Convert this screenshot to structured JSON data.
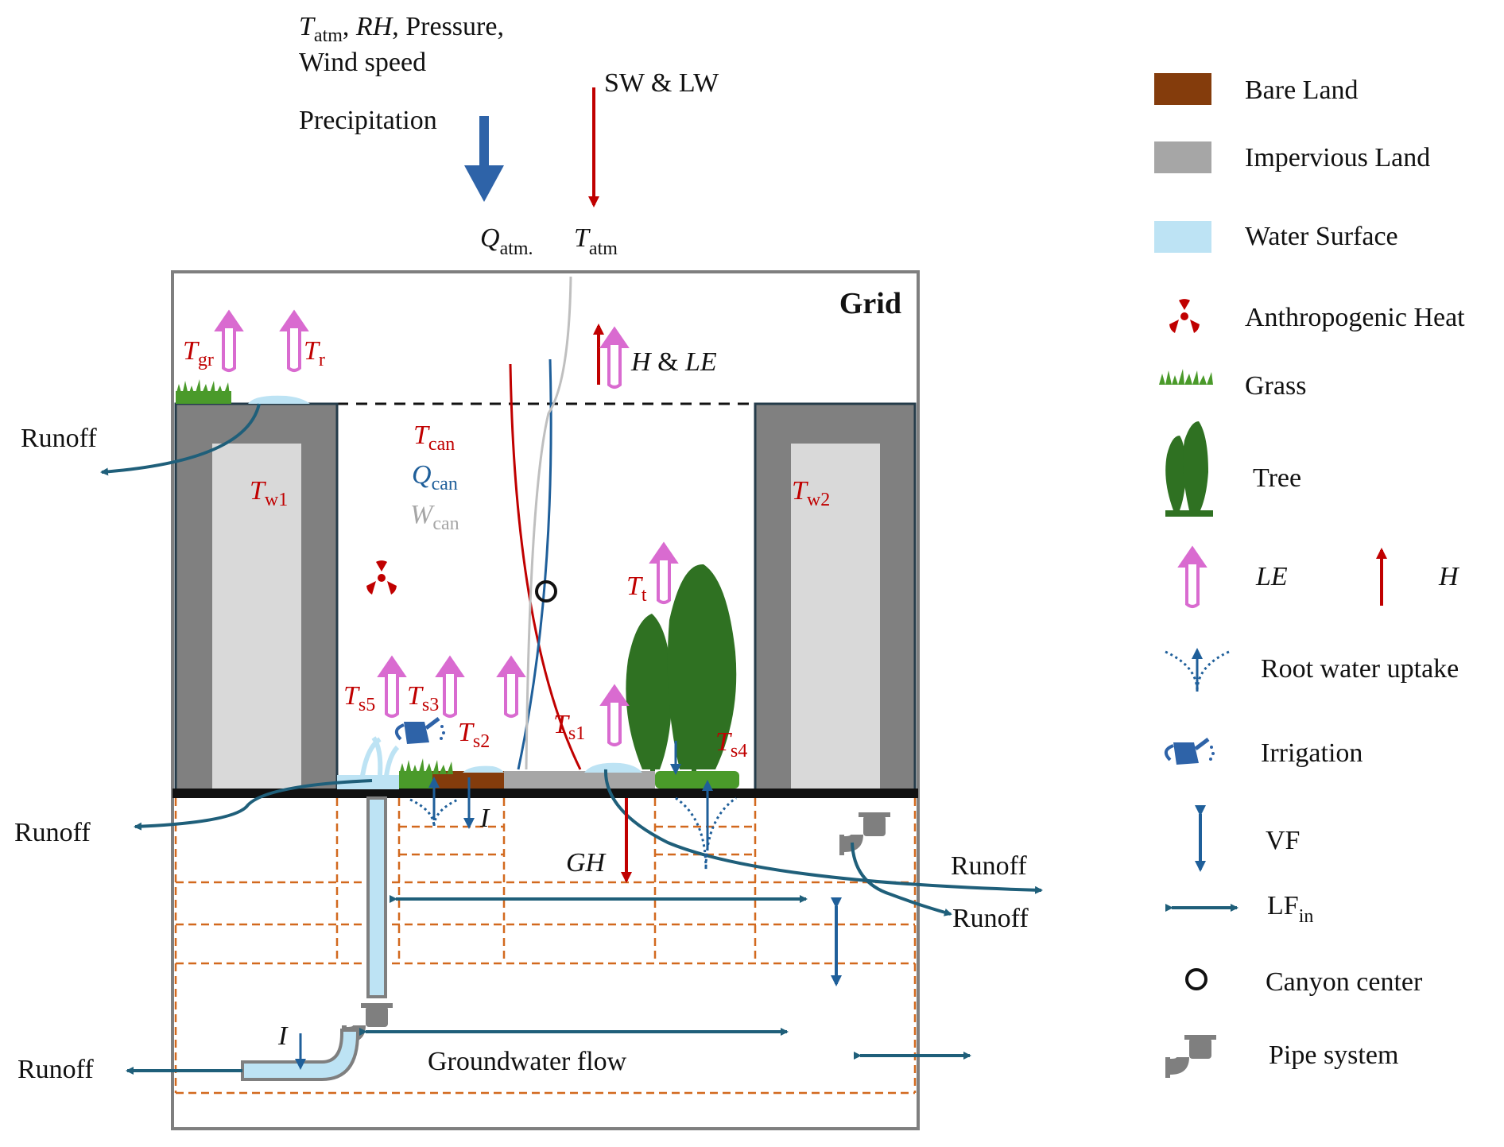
{
  "colors": {
    "bare_land": "#843c0c",
    "impervious": "#a6a6a6",
    "water": "#bde3f4",
    "grass": "#4a9a2a",
    "tree": "#2f7122",
    "le_arrow": "#d96bd0",
    "h_arrow": "#c00000",
    "flow": "#1f5f7a",
    "precip": "#2e63a8",
    "wall": "#808080",
    "wall_inner": "#d9d9d9",
    "soil_grid": "#d2691e",
    "pipe": "#7f7f7f"
  },
  "top_forcing": {
    "t_sym": "T",
    "t_sub": "atm",
    "rh": "RH",
    "rest_line1": ", Pressure,",
    "line2": "Wind speed",
    "precip": "Precipitation",
    "sw_lw": "SW & LW",
    "q_sym": "Q",
    "q_sub": "atm.",
    "tatm_sym": "T",
    "tatm_sub": "atm"
  },
  "grid_label": "Grid",
  "canopy": {
    "t_sym": "T",
    "t_sub": "can",
    "q_sym": "Q",
    "q_sub": "can",
    "w_sym": "W",
    "w_sub": "can",
    "h_le_h": "H",
    "h_le_amp": " & ",
    "h_le_le": "LE"
  },
  "temps": {
    "tgr": {
      "sym": "T",
      "sub": "gr"
    },
    "tr": {
      "sym": "T",
      "sub": "r"
    },
    "tw1": {
      "sym": "T",
      "sub": "w1"
    },
    "tw2": {
      "sym": "T",
      "sub": "w2"
    },
    "tt": {
      "sym": "T",
      "sub": "t"
    },
    "ts5": {
      "sym": "T",
      "sub": "s5"
    },
    "ts3": {
      "sym": "T",
      "sub": "s3"
    },
    "ts2": {
      "sym": "T",
      "sub": "s2"
    },
    "ts1": {
      "sym": "T",
      "sub": "s1"
    },
    "ts4": {
      "sym": "T",
      "sub": "s4"
    }
  },
  "flows": {
    "runoff": "Runoff",
    "infiltration": "I",
    "gh": "GH",
    "groundwater": "Groundwater flow"
  },
  "legend": [
    {
      "key": "bare",
      "label": "Bare Land",
      "icon": "bare-land-swatch"
    },
    {
      "key": "imp",
      "label": "Impervious Land",
      "icon": "impervious-swatch"
    },
    {
      "key": "water",
      "label": "Water Surface",
      "icon": "water-swatch"
    },
    {
      "key": "anthro",
      "label": "Anthropogenic Heat",
      "icon": "radiation-icon"
    },
    {
      "key": "grass",
      "label": "Grass",
      "icon": "grass-icon"
    },
    {
      "key": "tree",
      "label": "Tree",
      "icon": "tree-icon"
    },
    {
      "key": "le",
      "label": "LE",
      "icon": "le-arrow-icon"
    },
    {
      "key": "h",
      "label": "H",
      "icon": "h-arrow-icon"
    },
    {
      "key": "root",
      "label": "Root water uptake",
      "icon": "root-uptake-icon"
    },
    {
      "key": "irr",
      "label": "Irrigation",
      "icon": "watering-can-icon"
    },
    {
      "key": "vf",
      "label": "VF",
      "icon": "vertical-arrow-icon"
    },
    {
      "key": "lf",
      "label": "LF",
      "sub": "in",
      "icon": "horizontal-arrow-icon"
    },
    {
      "key": "center",
      "label": "Canyon center",
      "icon": "circle-icon"
    },
    {
      "key": "pipe",
      "label": "Pipe system",
      "icon": "pipe-icon"
    }
  ]
}
